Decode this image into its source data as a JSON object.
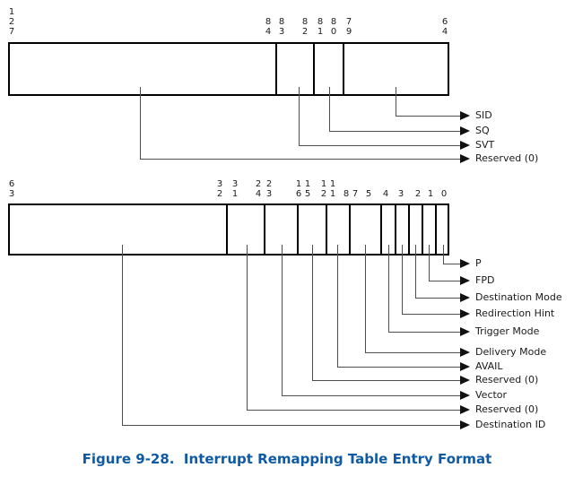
{
  "figure_caption": {
    "text": "Figure 9-28.  Interrupt Remapping Table Entry Format",
    "color": "#0f5aa5"
  },
  "upper_register": {
    "bit_labels": [
      "1\n2\n7",
      "8\n4",
      "8\n3",
      "8\n2",
      "8\n1",
      "8\n0",
      "7\n9",
      "6\n4"
    ],
    "callouts": [
      {
        "label": "SID",
        "bits": "79:64"
      },
      {
        "label": "SQ",
        "bits": "81:80"
      },
      {
        "label": "SVT",
        "bits": "83:82"
      },
      {
        "label": "Reserved (0)",
        "bits": "127:84"
      }
    ]
  },
  "lower_register": {
    "bit_labels": [
      "6\n3",
      "3\n2",
      "3\n1",
      "2\n4",
      "2\n3",
      "1\n6",
      "1\n5",
      "1\n2",
      "1\n1",
      "8",
      "7",
      "5",
      "4",
      "3",
      "2",
      "1",
      "0"
    ],
    "callouts": [
      {
        "label": "P",
        "bits": "0"
      },
      {
        "label": "FPD",
        "bits": "1"
      },
      {
        "label": "Destination Mode",
        "bits": "2"
      },
      {
        "label": "Redirection Hint",
        "bits": "3"
      },
      {
        "label": "Trigger Mode",
        "bits": "4"
      },
      {
        "label": "Delivery Mode",
        "bits": "7:5"
      },
      {
        "label": "AVAIL",
        "bits": "11:8"
      },
      {
        "label": "Reserved (0)",
        "bits": "15:12"
      },
      {
        "label": "Vector",
        "bits": "23:16"
      },
      {
        "label": "Reserved (0)",
        "bits": "31:24"
      },
      {
        "label": "Destination ID",
        "bits": "63:32"
      }
    ]
  }
}
